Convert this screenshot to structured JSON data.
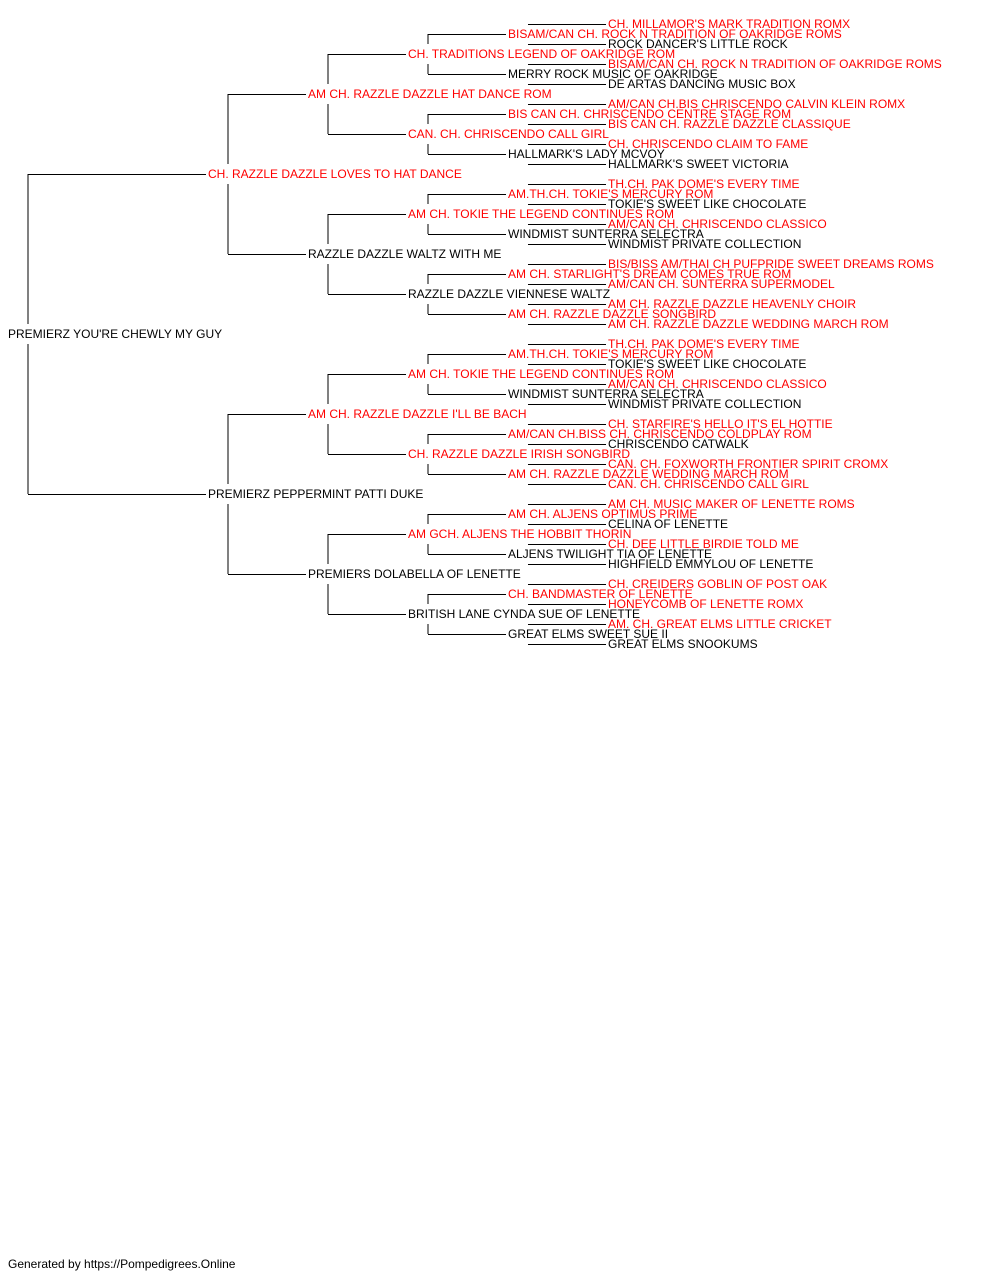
{
  "colors": {
    "champion": "#ff0000",
    "normal": "#000000",
    "line": "#000000"
  },
  "footer": "Generated by https://Pompedigrees.Online",
  "pedigree": {
    "name": "PREMIERZ YOU'RE CHEWLY MY GUY",
    "champion": false,
    "sire": {
      "name": "CH. RAZZLE DAZZLE LOVES TO HAT DANCE",
      "champion": true,
      "sire": {
        "name": "AM CH. RAZZLE DAZZLE HAT DANCE ROM",
        "champion": true,
        "sire": {
          "name": "CH. TRADITIONS LEGEND OF OAKRIDGE ROM",
          "champion": true,
          "sire": {
            "name": "BISAM/CAN CH. ROCK N TRADITION OF OAKRIDGE ROMS",
            "champion": true,
            "sire": {
              "name": "CH. MILLAMOR'S MARK TRADITION ROMX",
              "champion": true
            },
            "dam": {
              "name": "ROCK DANCER'S LITTLE ROCK",
              "champion": false
            }
          },
          "dam": {
            "name": "MERRY ROCK MUSIC OF OAKRIDGE",
            "champion": false,
            "sire": {
              "name": "BISAM/CAN CH. ROCK N TRADITION OF OAKRIDGE ROMS",
              "champion": true
            },
            "dam": {
              "name": "DE ARTAS DANCING MUSIC BOX",
              "champion": false
            }
          }
        },
        "dam": {
          "name": "CAN. CH. CHRISCENDO CALL GIRL",
          "champion": true,
          "sire": {
            "name": "BIS CAN CH. CHRISCENDO CENTRE STAGE ROM",
            "champion": true,
            "sire": {
              "name": "AM/CAN CH.BIS CHRISCENDO CALVIN KLEIN ROMX",
              "champion": true
            },
            "dam": {
              "name": "BIS CAN CH. RAZZLE DAZZLE CLASSIQUE",
              "champion": true
            }
          },
          "dam": {
            "name": "HALLMARK'S LADY MCVOY",
            "champion": false,
            "sire": {
              "name": "CH. CHRISCENDO CLAIM TO FAME",
              "champion": true
            },
            "dam": {
              "name": "HALLMARK'S SWEET VICTORIA",
              "champion": false
            }
          }
        }
      },
      "dam": {
        "name": "RAZZLE DAZZLE WALTZ WITH ME",
        "champion": false,
        "sire": {
          "name": "AM CH. TOKIE THE LEGEND CONTINUES ROM",
          "champion": true,
          "sire": {
            "name": "AM.TH.CH. TOKIE'S MERCURY ROM",
            "champion": true,
            "sire": {
              "name": "TH.CH. PAK DOME'S EVERY TIME",
              "champion": true
            },
            "dam": {
              "name": "TOKIE'S SWEET LIKE CHOCOLATE",
              "champion": false
            }
          },
          "dam": {
            "name": "WINDMIST SUNTERRA SELECTRA",
            "champion": false,
            "sire": {
              "name": "AM/CAN CH. CHRISCENDO CLASSICO",
              "champion": true
            },
            "dam": {
              "name": "WINDMIST PRIVATE COLLECTION",
              "champion": false
            }
          }
        },
        "dam": {
          "name": "RAZZLE DAZZLE VIENNESE WALTZ",
          "champion": false,
          "sire": {
            "name": "AM CH. STARLIGHT'S DREAM COMES TRUE ROM",
            "champion": true,
            "sire": {
              "name": "BIS/BISS AM/THAI CH PUFPRIDE SWEET DREAMS ROMS",
              "champion": true
            },
            "dam": {
              "name": "AM/CAN CH. SUNTERRA SUPERMODEL",
              "champion": true
            }
          },
          "dam": {
            "name": "AM CH. RAZZLE DAZZLE SONGBIRD",
            "champion": true,
            "sire": {
              "name": "AM CH. RAZZLE DAZZLE HEAVENLY CHOIR",
              "champion": true
            },
            "dam": {
              "name": "AM CH. RAZZLE DAZZLE WEDDING MARCH ROM",
              "champion": true
            }
          }
        }
      }
    },
    "dam": {
      "name": "PREMIERZ PEPPERMINT PATTI DUKE",
      "champion": false,
      "sire": {
        "name": "AM CH. RAZZLE DAZZLE I'LL BE BACH",
        "champion": true,
        "sire": {
          "name": "AM CH. TOKIE THE LEGEND CONTINUES ROM",
          "champion": true,
          "sire": {
            "name": "AM.TH.CH. TOKIE'S MERCURY ROM",
            "champion": true,
            "sire": {
              "name": "TH.CH. PAK DOME'S EVERY TIME",
              "champion": true
            },
            "dam": {
              "name": "TOKIE'S SWEET LIKE CHOCOLATE",
              "champion": false
            }
          },
          "dam": {
            "name": "WINDMIST SUNTERRA SELECTRA",
            "champion": false,
            "sire": {
              "name": "AM/CAN CH. CHRISCENDO CLASSICO",
              "champion": true
            },
            "dam": {
              "name": "WINDMIST PRIVATE COLLECTION",
              "champion": false
            }
          }
        },
        "dam": {
          "name": "CH. RAZZLE DAZZLE IRISH SONGBIRD",
          "champion": true,
          "sire": {
            "name": "AM/CAN CH.BISS CH. CHRISCENDO COLDPLAY ROM",
            "champion": true,
            "sire": {
              "name": "CH. STARFIRE'S HELLO IT'S EL HOTTIE",
              "champion": true
            },
            "dam": {
              "name": "CHRISCENDO CATWALK",
              "champion": false
            }
          },
          "dam": {
            "name": "AM CH. RAZZLE DAZZLE WEDDING MARCH ROM",
            "champion": true,
            "sire": {
              "name": "CAN. CH. FOXWORTH FRONTIER SPIRIT CROMX",
              "champion": true
            },
            "dam": {
              "name": "CAN. CH. CHRISCENDO CALL GIRL",
              "champion": true
            }
          }
        }
      },
      "dam": {
        "name": "PREMIERS DOLABELLA OF LENETTE",
        "champion": false,
        "sire": {
          "name": "AM GCH. ALJENS THE HOBBIT THORIN",
          "champion": true,
          "sire": {
            "name": "AM CH. ALJENS OPTIMUS PRIME",
            "champion": true,
            "sire": {
              "name": "AM CH. MUSIC MAKER OF LENETTE ROMS",
              "champion": true
            },
            "dam": {
              "name": "CELINA OF LENETTE",
              "champion": false
            }
          },
          "dam": {
            "name": "ALJENS TWILIGHT TIA OF LENETTE",
            "champion": false,
            "sire": {
              "name": "CH. DEE LITTLE BIRDIE TOLD ME",
              "champion": true
            },
            "dam": {
              "name": "HIGHFIELD EMMYLOU OF LENETTE",
              "champion": false
            }
          }
        },
        "dam": {
          "name": "BRITISH LANE CYNDA SUE OF LENETTE",
          "champion": false,
          "sire": {
            "name": "CH. BANDMASTER OF LENETTE",
            "champion": true,
            "sire": {
              "name": "CH. CREIDERS GOBLIN OF POST OAK",
              "champion": true
            },
            "dam": {
              "name": "HONEYCOMB OF LENETTE ROMX",
              "champion": true
            }
          },
          "dam": {
            "name": "GREAT ELMS SWEET SUE II",
            "champion": false,
            "sire": {
              "name": "AM. CH. GREAT ELMS LITTLE CRICKET",
              "champion": true
            },
            "dam": {
              "name": "GREAT ELMS SNOOKUMS",
              "champion": false
            }
          }
        }
      }
    }
  }
}
